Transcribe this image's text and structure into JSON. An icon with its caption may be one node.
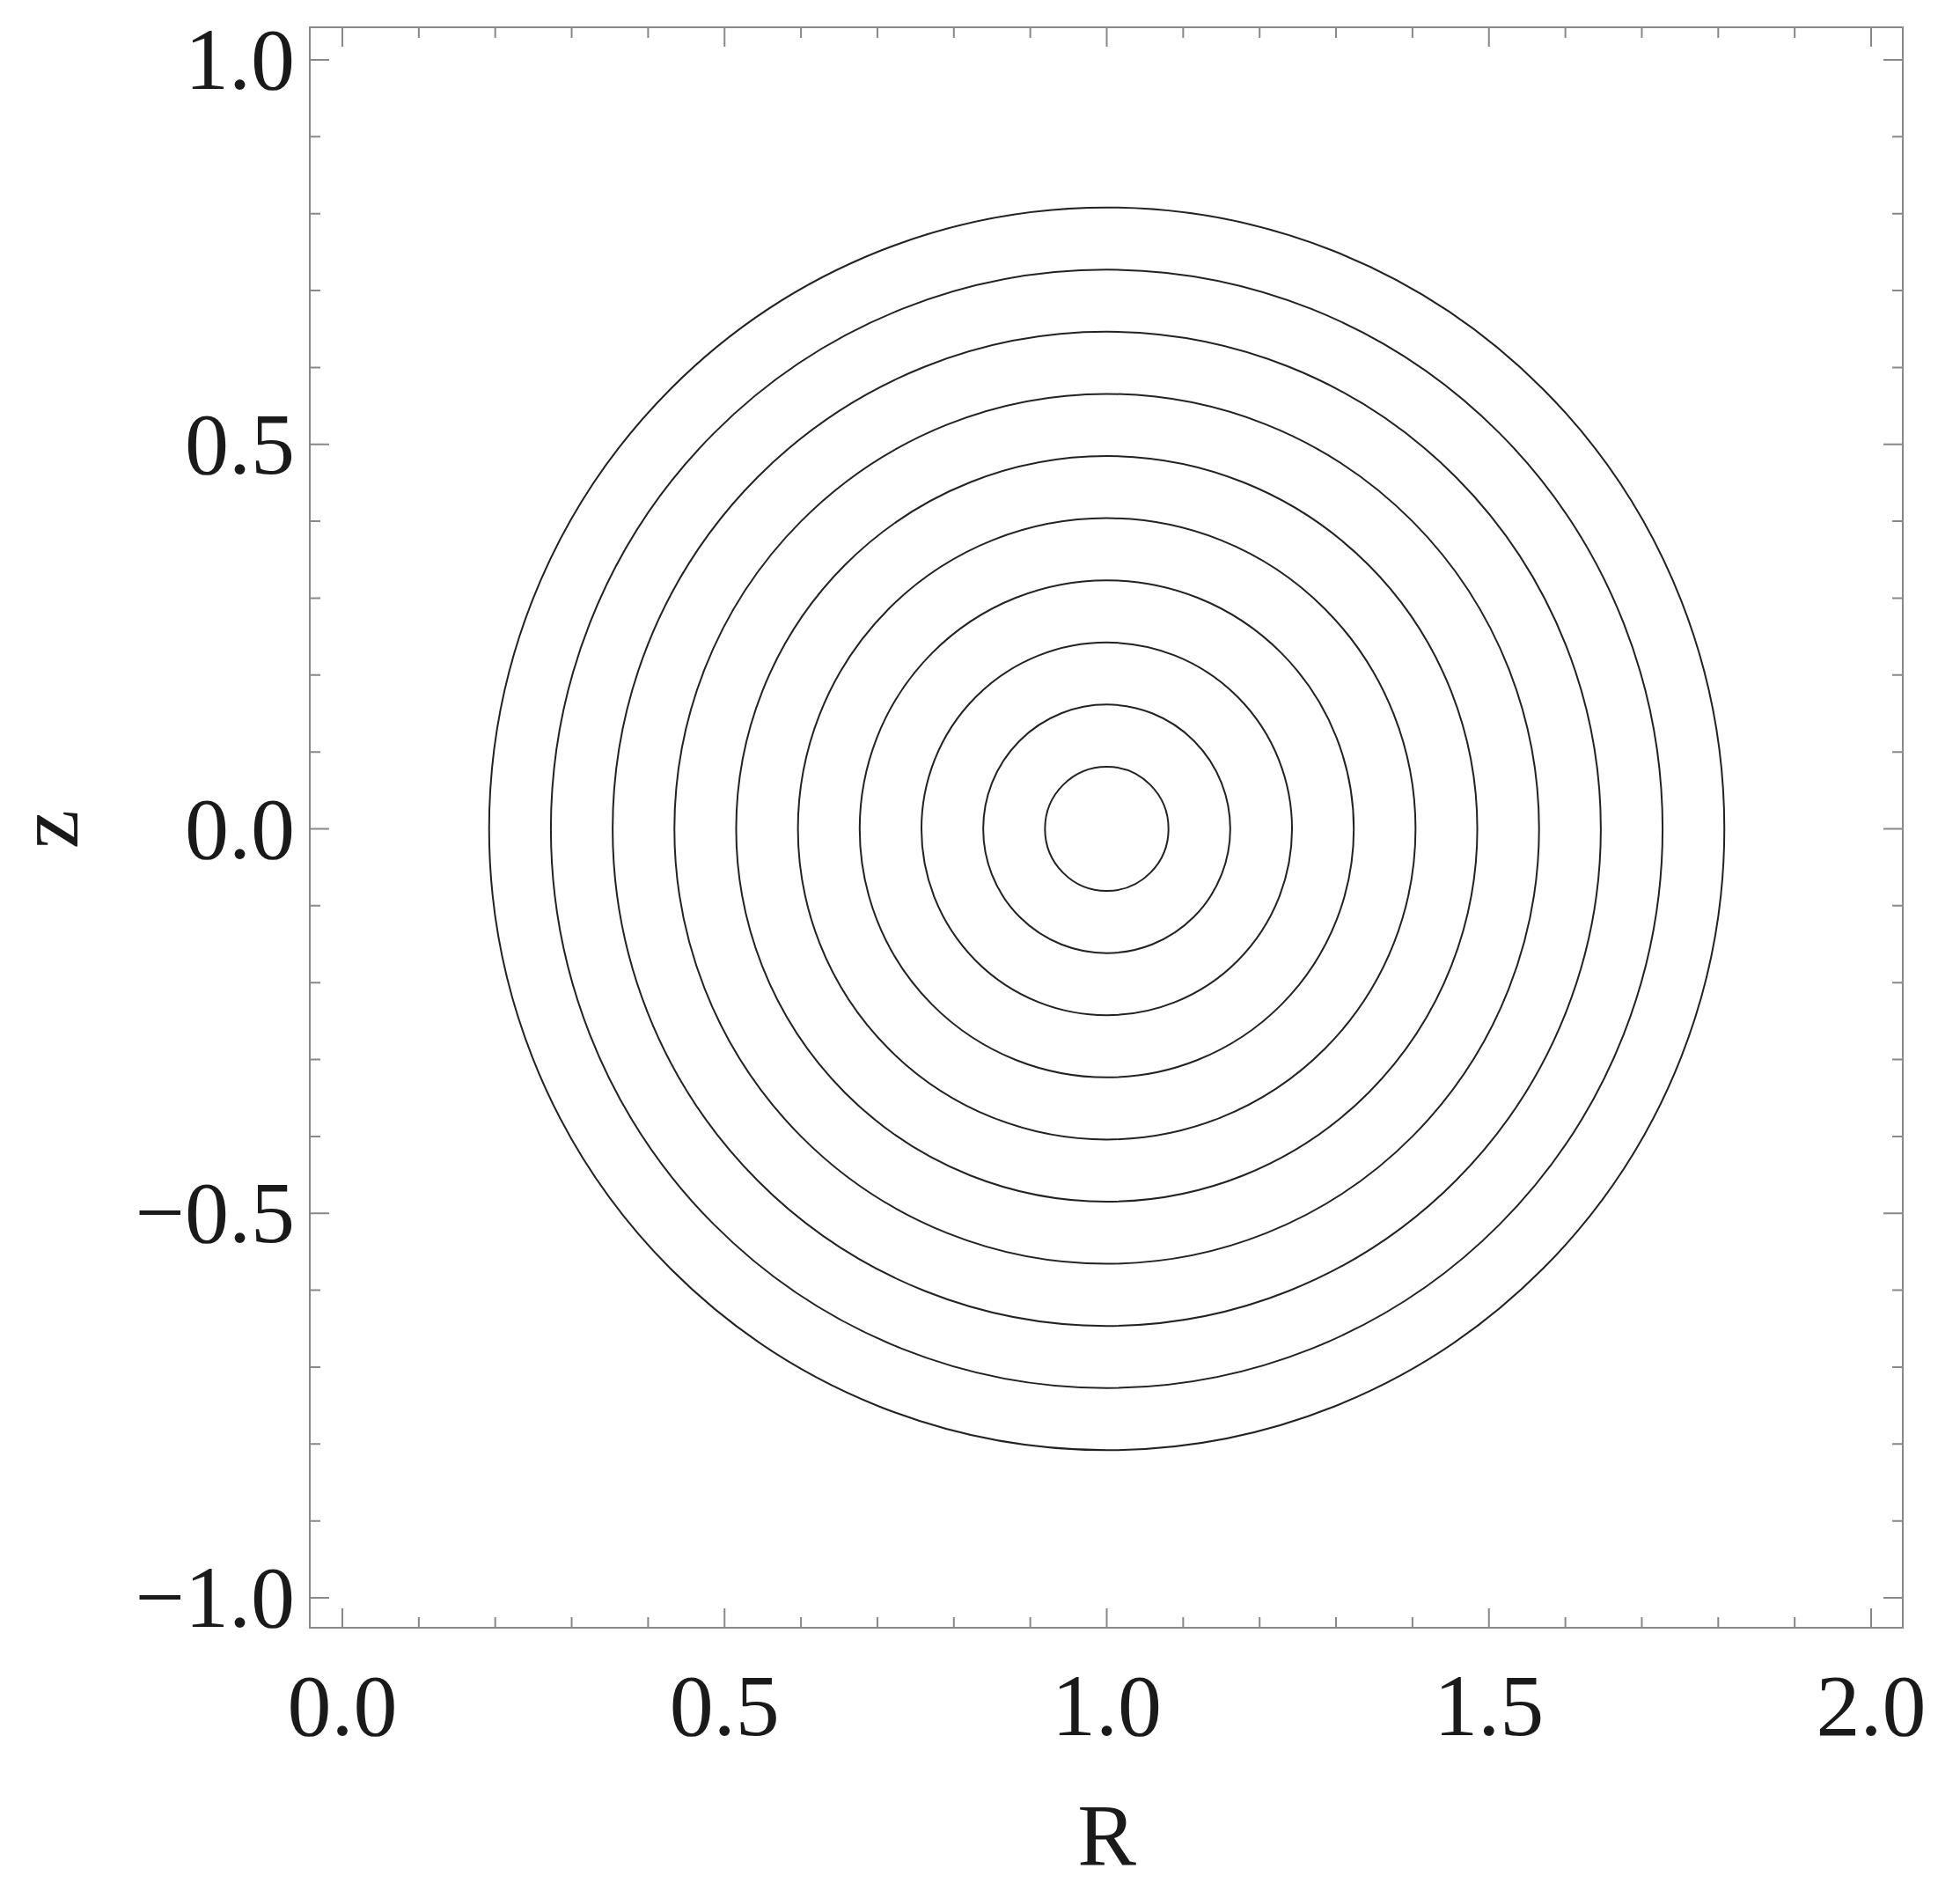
{
  "diagram": {
    "labels": [
      "1.0",
      "0.5",
      "z",
      "0.0",
      "−0.5",
      "−1.0",
      "0.0",
      "0.5",
      "1.0",
      "1.5",
      "2.0",
      "R"
    ]
  }
}
